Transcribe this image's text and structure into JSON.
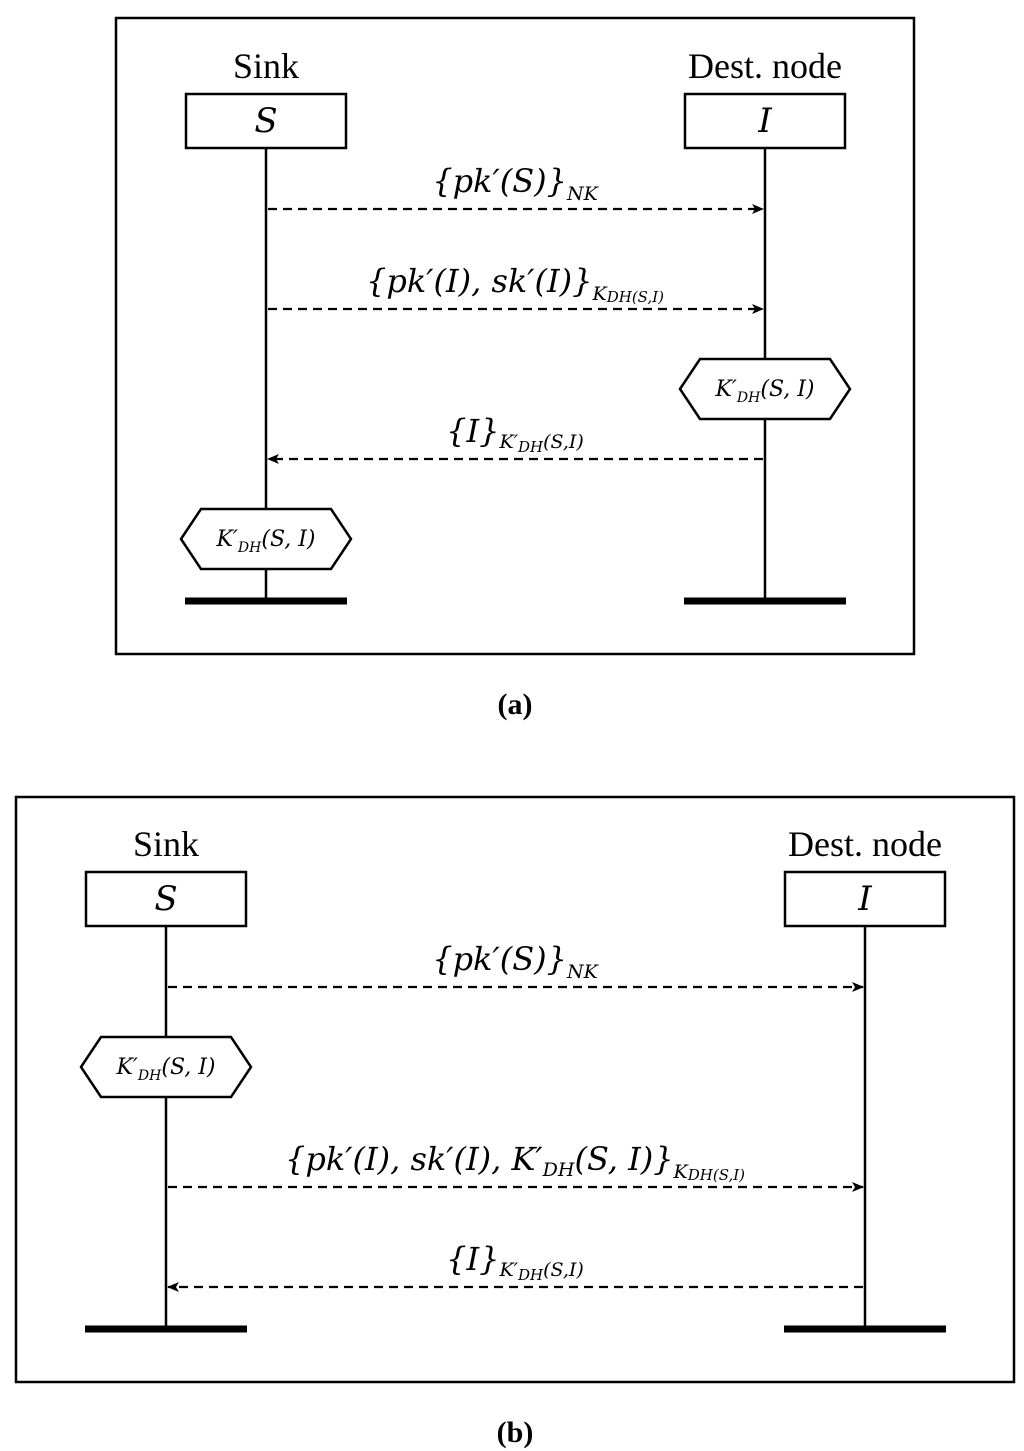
{
  "panels": [
    {
      "caption": "(a)",
      "left": {
        "role": "Sink",
        "symbol": "S"
      },
      "right": {
        "role": "Dest. node",
        "symbol": "I"
      },
      "messages": [
        {
          "direction": "right",
          "main": "{pk′(S)}",
          "sub": "NK"
        },
        {
          "direction": "right",
          "main": "{pk′(I), sk′(I)}",
          "sub": "K",
          "sub2": "DH(S,I)"
        },
        {
          "direction": "left",
          "main": "{I}",
          "sub": "K′",
          "sub2": "DH",
          "sub3": "(S,I)"
        }
      ],
      "states": [
        {
          "side": "right",
          "main": "K′",
          "sub": "DH",
          "tail": "(S, I)"
        },
        {
          "side": "left",
          "main": "K′",
          "sub": "DH",
          "tail": "(S, I)"
        }
      ]
    },
    {
      "caption": "(b)",
      "left": {
        "role": "Sink",
        "symbol": "S"
      },
      "right": {
        "role": "Dest. node",
        "symbol": "I"
      },
      "messages": [
        {
          "direction": "right",
          "main": "{pk′(S)}",
          "sub": "NK"
        },
        {
          "direction": "right",
          "main": "{pk′(I), sk′(I), K′",
          "mid_sub": "DH",
          "main2": "(S, I)}",
          "sub": "K",
          "sub2": "DH(S,I)"
        },
        {
          "direction": "left",
          "main": "{I}",
          "sub": "K′",
          "sub2": "DH",
          "sub3": "(S,I)"
        }
      ],
      "states": [
        {
          "side": "left",
          "main": "K′",
          "sub": "DH",
          "tail": "(S, I)"
        }
      ]
    }
  ]
}
